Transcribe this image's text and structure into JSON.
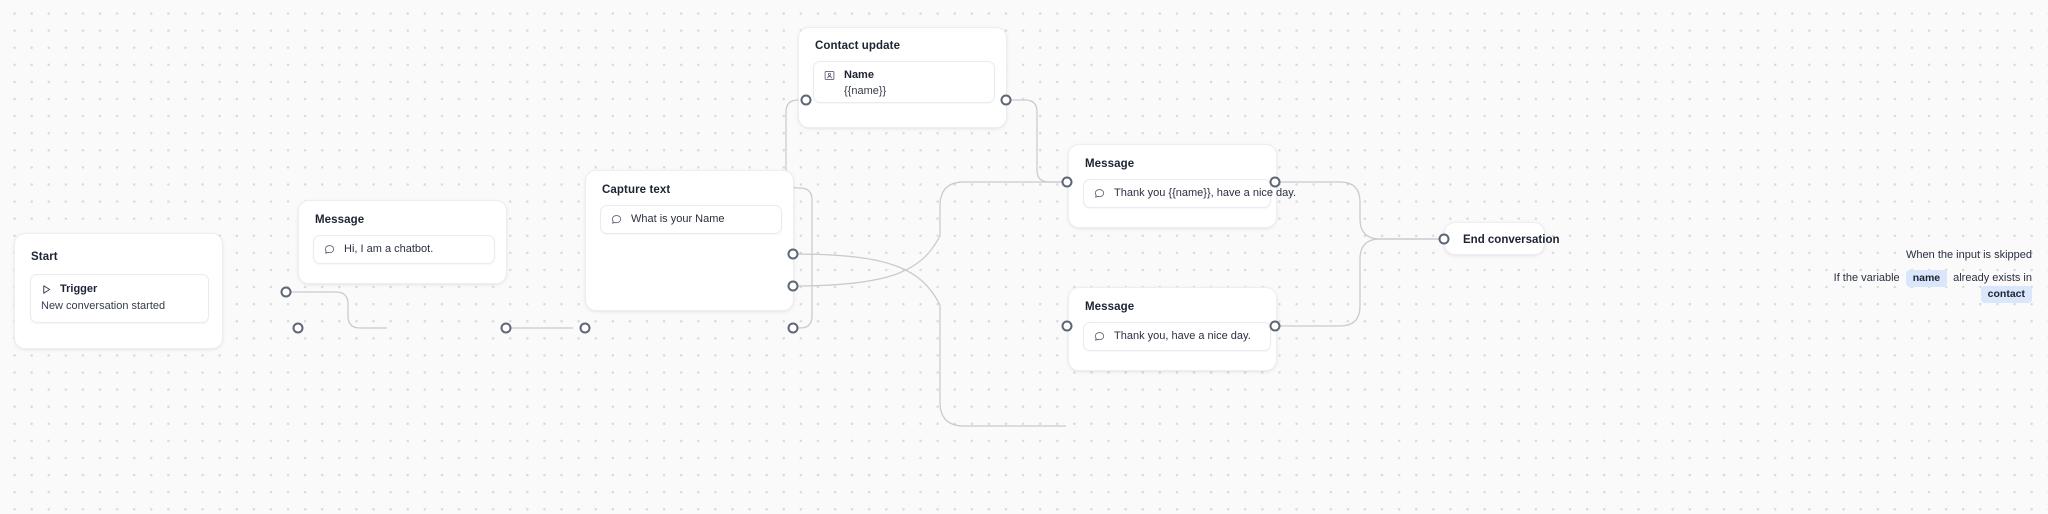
{
  "canvas": {
    "background_color": "#fafafb",
    "dot_color": "#d8dade",
    "edge_color": "#c7cace",
    "port_color": "#5d6675",
    "chip_color": "#d9e6fb",
    "text_color": "#1d2333"
  },
  "nodes": {
    "start": {
      "title": "Start",
      "trigger_label": "Trigger",
      "trigger_subtitle": "New conversation started",
      "icon": "play-triangle-icon"
    },
    "message1": {
      "title": "Message",
      "text": "Hi, I am a chatbot.",
      "icon": "chat-bubble-icon"
    },
    "capture": {
      "title": "Capture text",
      "prompt": "What is your Name",
      "icon": "chat-bubble-icon",
      "skip_label": "When the input is skipped",
      "condition_prefix": "If the variable",
      "condition_variable": "name",
      "condition_middle": "already exists in",
      "condition_target": "contact"
    },
    "contact_update": {
      "title": "Contact update",
      "field_label": "Name",
      "field_value": "{{name}}",
      "icon": "contact-card-icon"
    },
    "message2": {
      "title": "Message",
      "text": "Thank you {{name}}, have a nice day.",
      "icon": "chat-bubble-icon"
    },
    "message3": {
      "title": "Message",
      "text": "Thank you, have a nice day.",
      "icon": "chat-bubble-icon"
    },
    "end": {
      "title": "End conversation"
    }
  }
}
